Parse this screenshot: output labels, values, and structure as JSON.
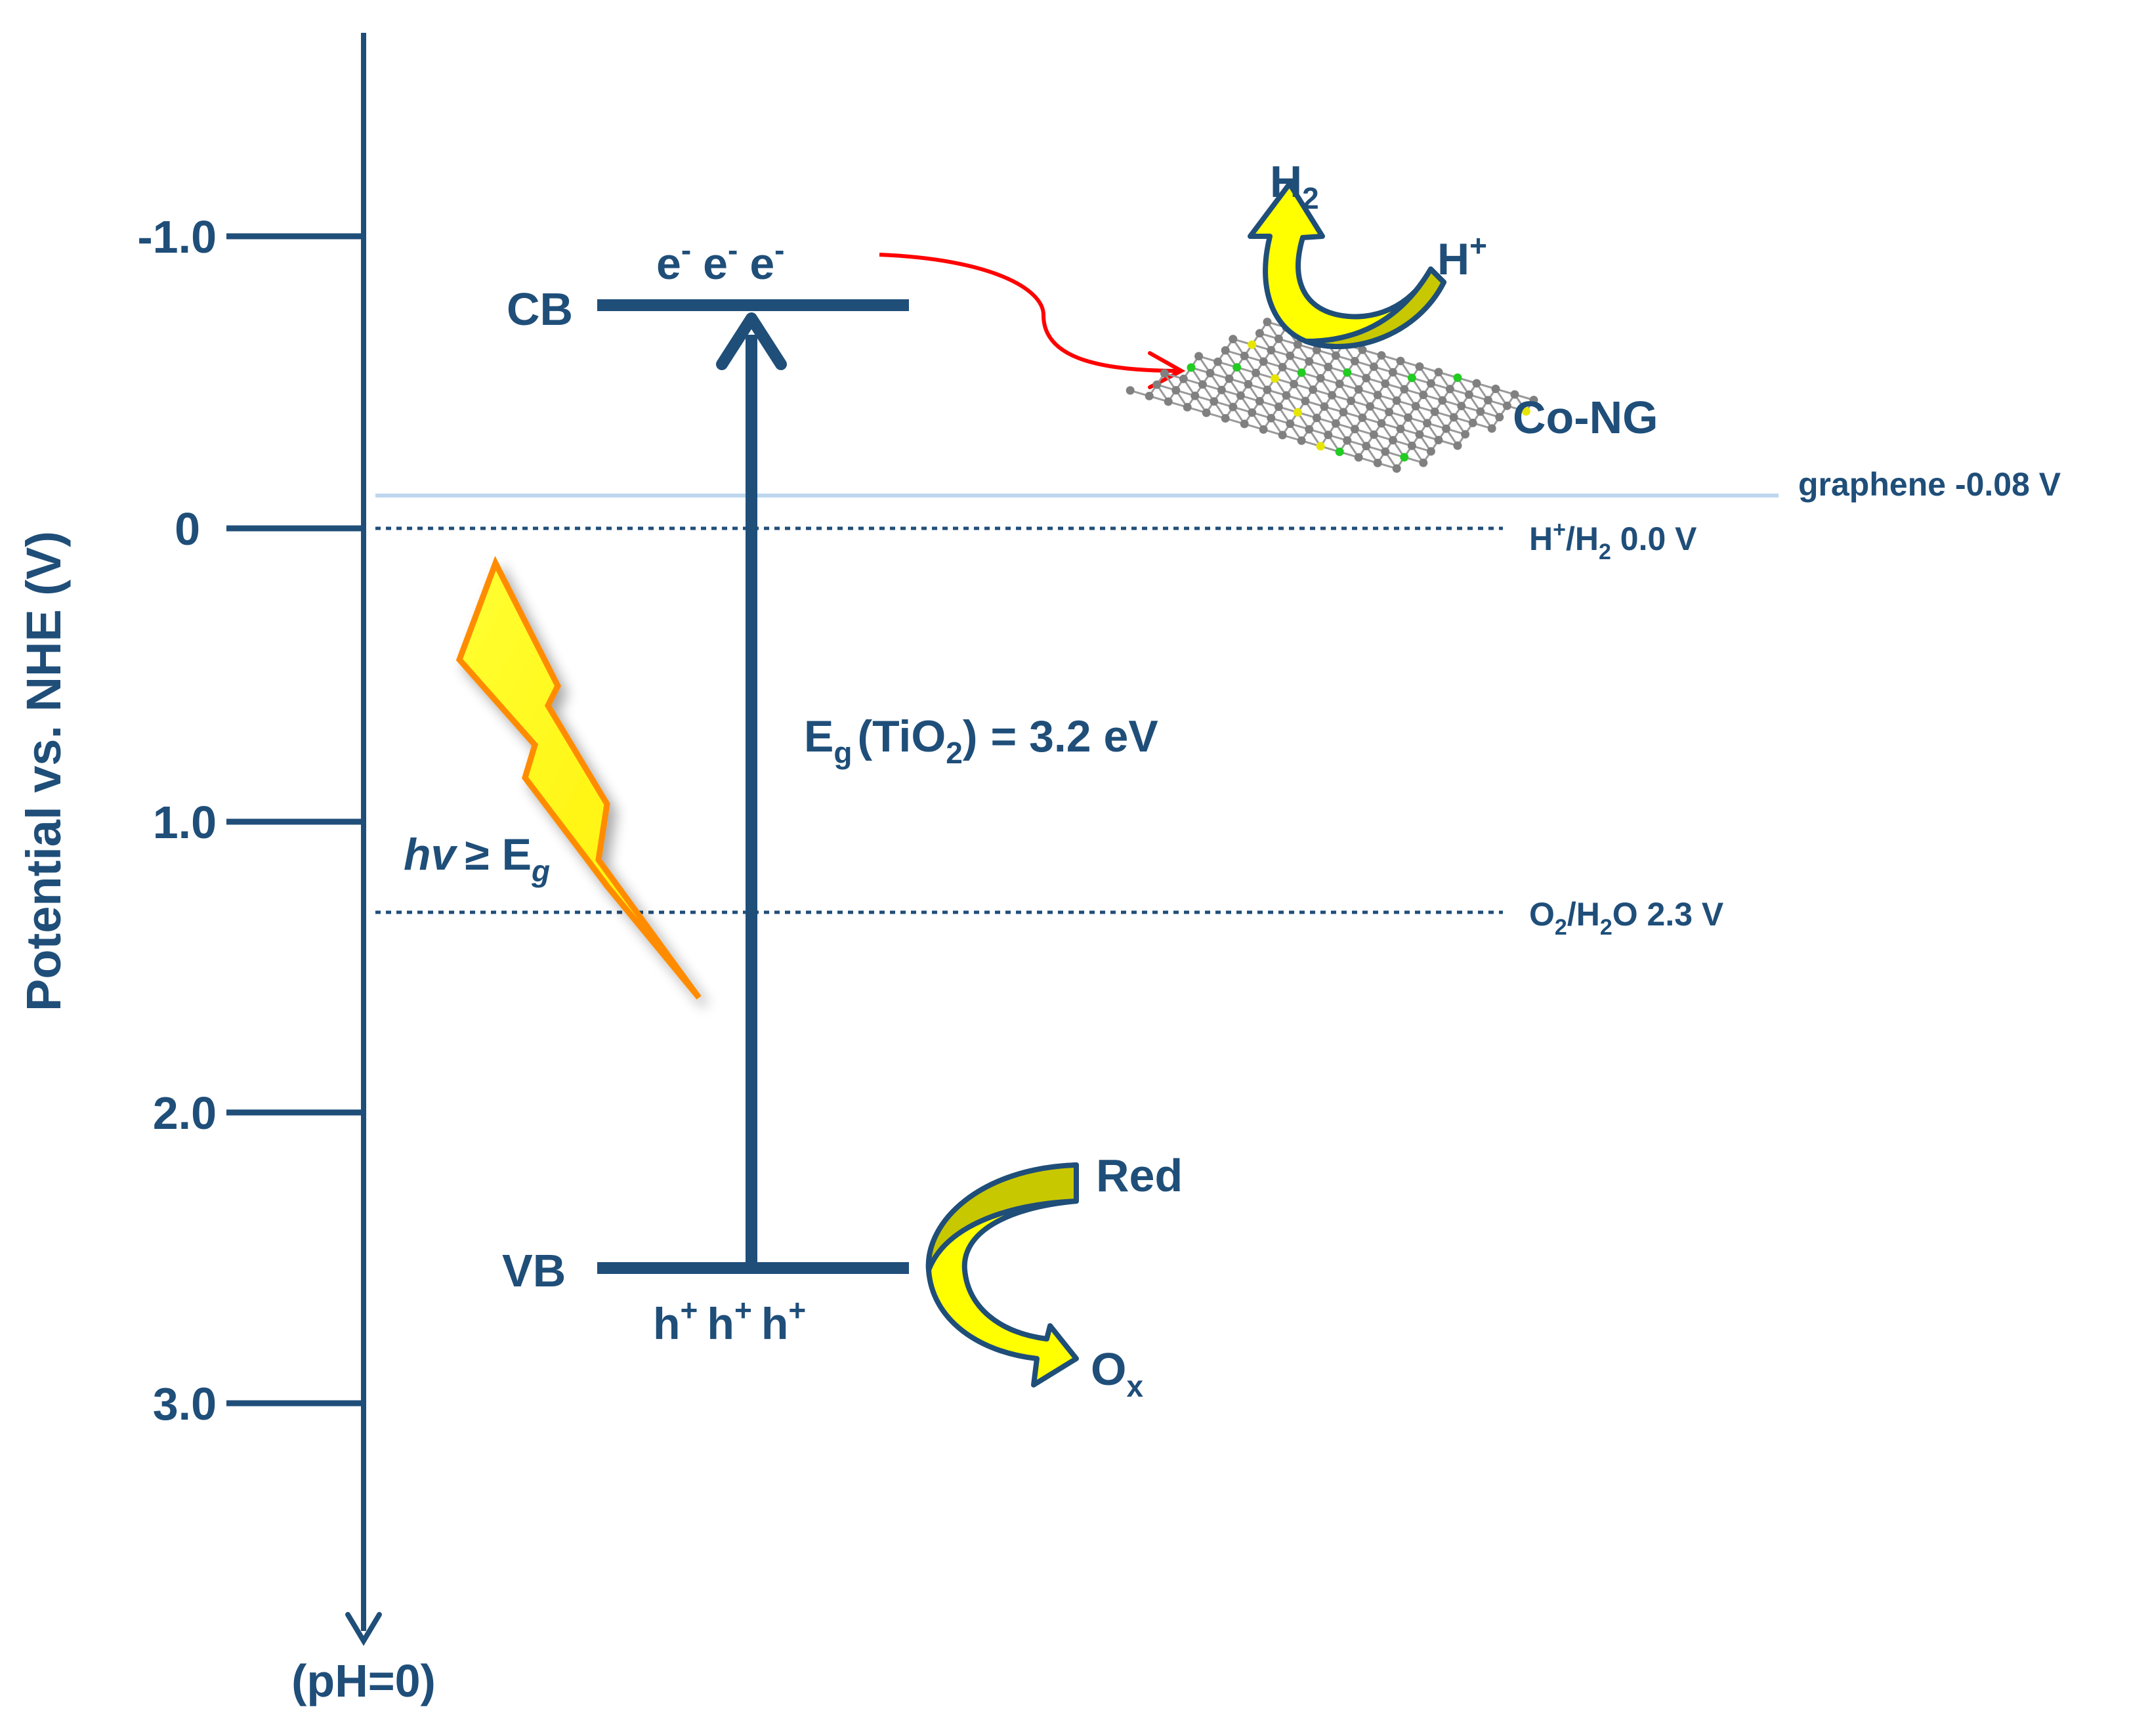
{
  "axis": {
    "label": "Potential vs. NHE (V)",
    "footnote": "(pH=0)",
    "ticks": [
      "-1.0",
      "0",
      "1.0",
      "2.0",
      "3.0"
    ]
  },
  "bands": {
    "cb_label": "CB",
    "vb_label": "VB",
    "electrons": "e",
    "electron_charge": "-",
    "holes": "h",
    "hole_charge": "+"
  },
  "band_gap": {
    "symbol": "E",
    "sub": "g",
    "material_open": "(TiO",
    "material_sub": "2",
    "material_close": ")",
    "value": "= 3.2 eV"
  },
  "photon": {
    "hv": "hv",
    "ge": "≥ E",
    "sub": "g"
  },
  "reference_levels": {
    "graphene": "graphene -0.08 V",
    "hh2_a": "H",
    "hh2_b": "+",
    "hh2_c": "/H",
    "hh2_d": "2",
    "hh2_e": " 0.0 V",
    "o2_a": "O",
    "o2_b": "2",
    "o2_c": "/H",
    "o2_d": "2",
    "o2_e": "O  2.3 V"
  },
  "cocatalyst": {
    "label": "Co-NG",
    "product": "H",
    "product_sub": "2",
    "reactant": "H",
    "reactant_sup": "+"
  },
  "oxidation": {
    "red": "Red",
    "ox": "O",
    "ox_sub": "x"
  },
  "colors": {
    "primary": "#1F4E79",
    "graphene_line": "#BDD7EE",
    "electron_arrow": "#FF0000",
    "yellow_fill": "#FFFF00",
    "olive_fill": "#C8C800",
    "bolt_stroke": "#FF8C00",
    "lattice_atom": "#808080",
    "dopant_n": "#22CC22",
    "dopant_co": "#E6E600"
  }
}
